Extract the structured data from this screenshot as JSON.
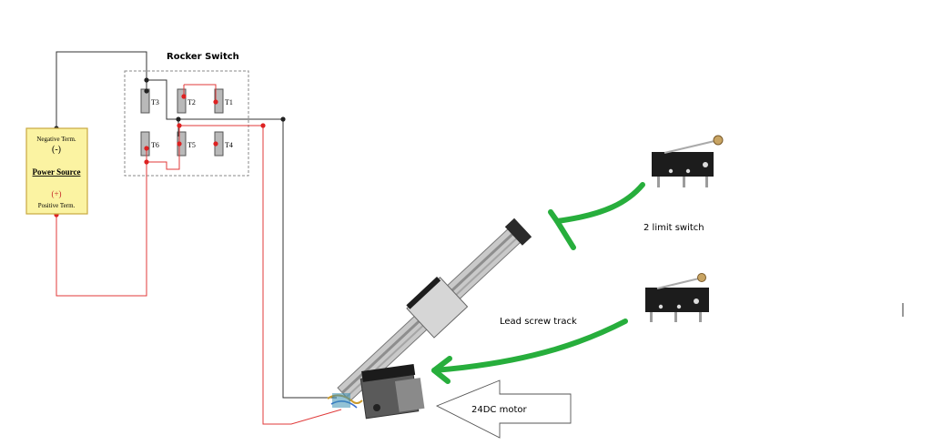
{
  "rocker_switch": {
    "title": "Rocker Switch",
    "terminals": [
      "T1",
      "T2",
      "T3",
      "T4",
      "T5",
      "T6"
    ]
  },
  "power_source": {
    "negative_label": "Negative Term.",
    "negative_symbol": "(-)",
    "title": "Power Source",
    "positive_symbol": "(+)",
    "positive_label": "Positive Term."
  },
  "annotations": {
    "limit_switch": "2 limit switch",
    "lead_screw": "Lead screw track",
    "motor": "24DC motor"
  },
  "colors": {
    "wire_black": "#333333",
    "wire_red": "#e03a3a",
    "arrow_green": "#27ae3c",
    "power_box_fill": "#fbf3a2",
    "power_box_border": "#c8a840"
  }
}
